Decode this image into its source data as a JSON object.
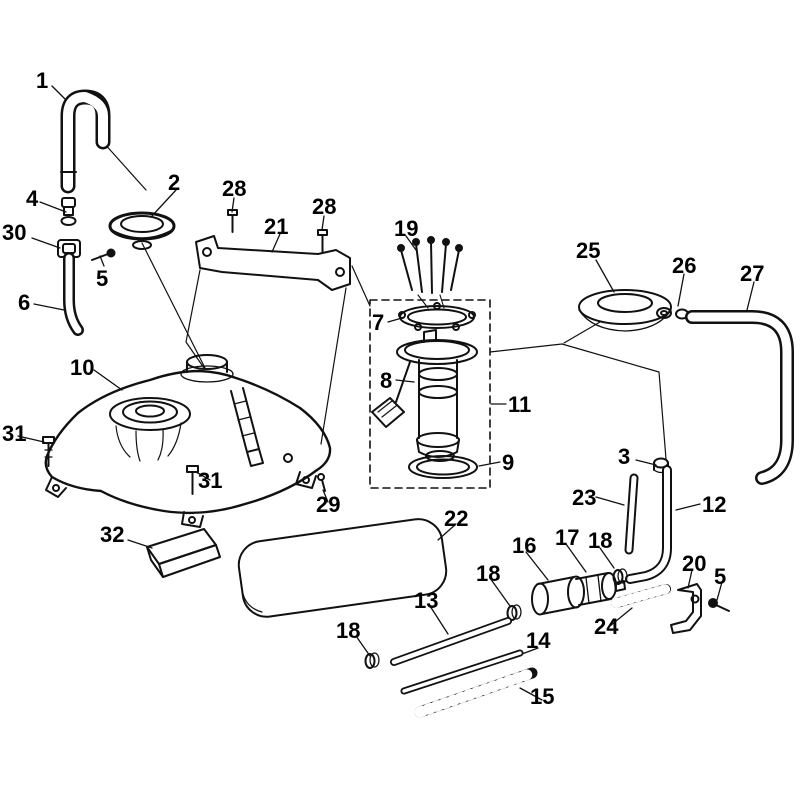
{
  "diagram_kind": "exploded-parts-diagram",
  "colors": {
    "line": "#111111",
    "background": "#ffffff"
  },
  "labels": [
    "1",
    "2",
    "4",
    "30",
    "5",
    "6",
    "28",
    "28",
    "21",
    "19",
    "7",
    "8",
    "11",
    "9",
    "25",
    "26",
    "27",
    "10",
    "31",
    "31",
    "29",
    "32",
    "22",
    "3",
    "23",
    "12",
    "16",
    "17",
    "18",
    "18",
    "18",
    "24",
    "20",
    "5",
    "13",
    "14",
    "15"
  ]
}
